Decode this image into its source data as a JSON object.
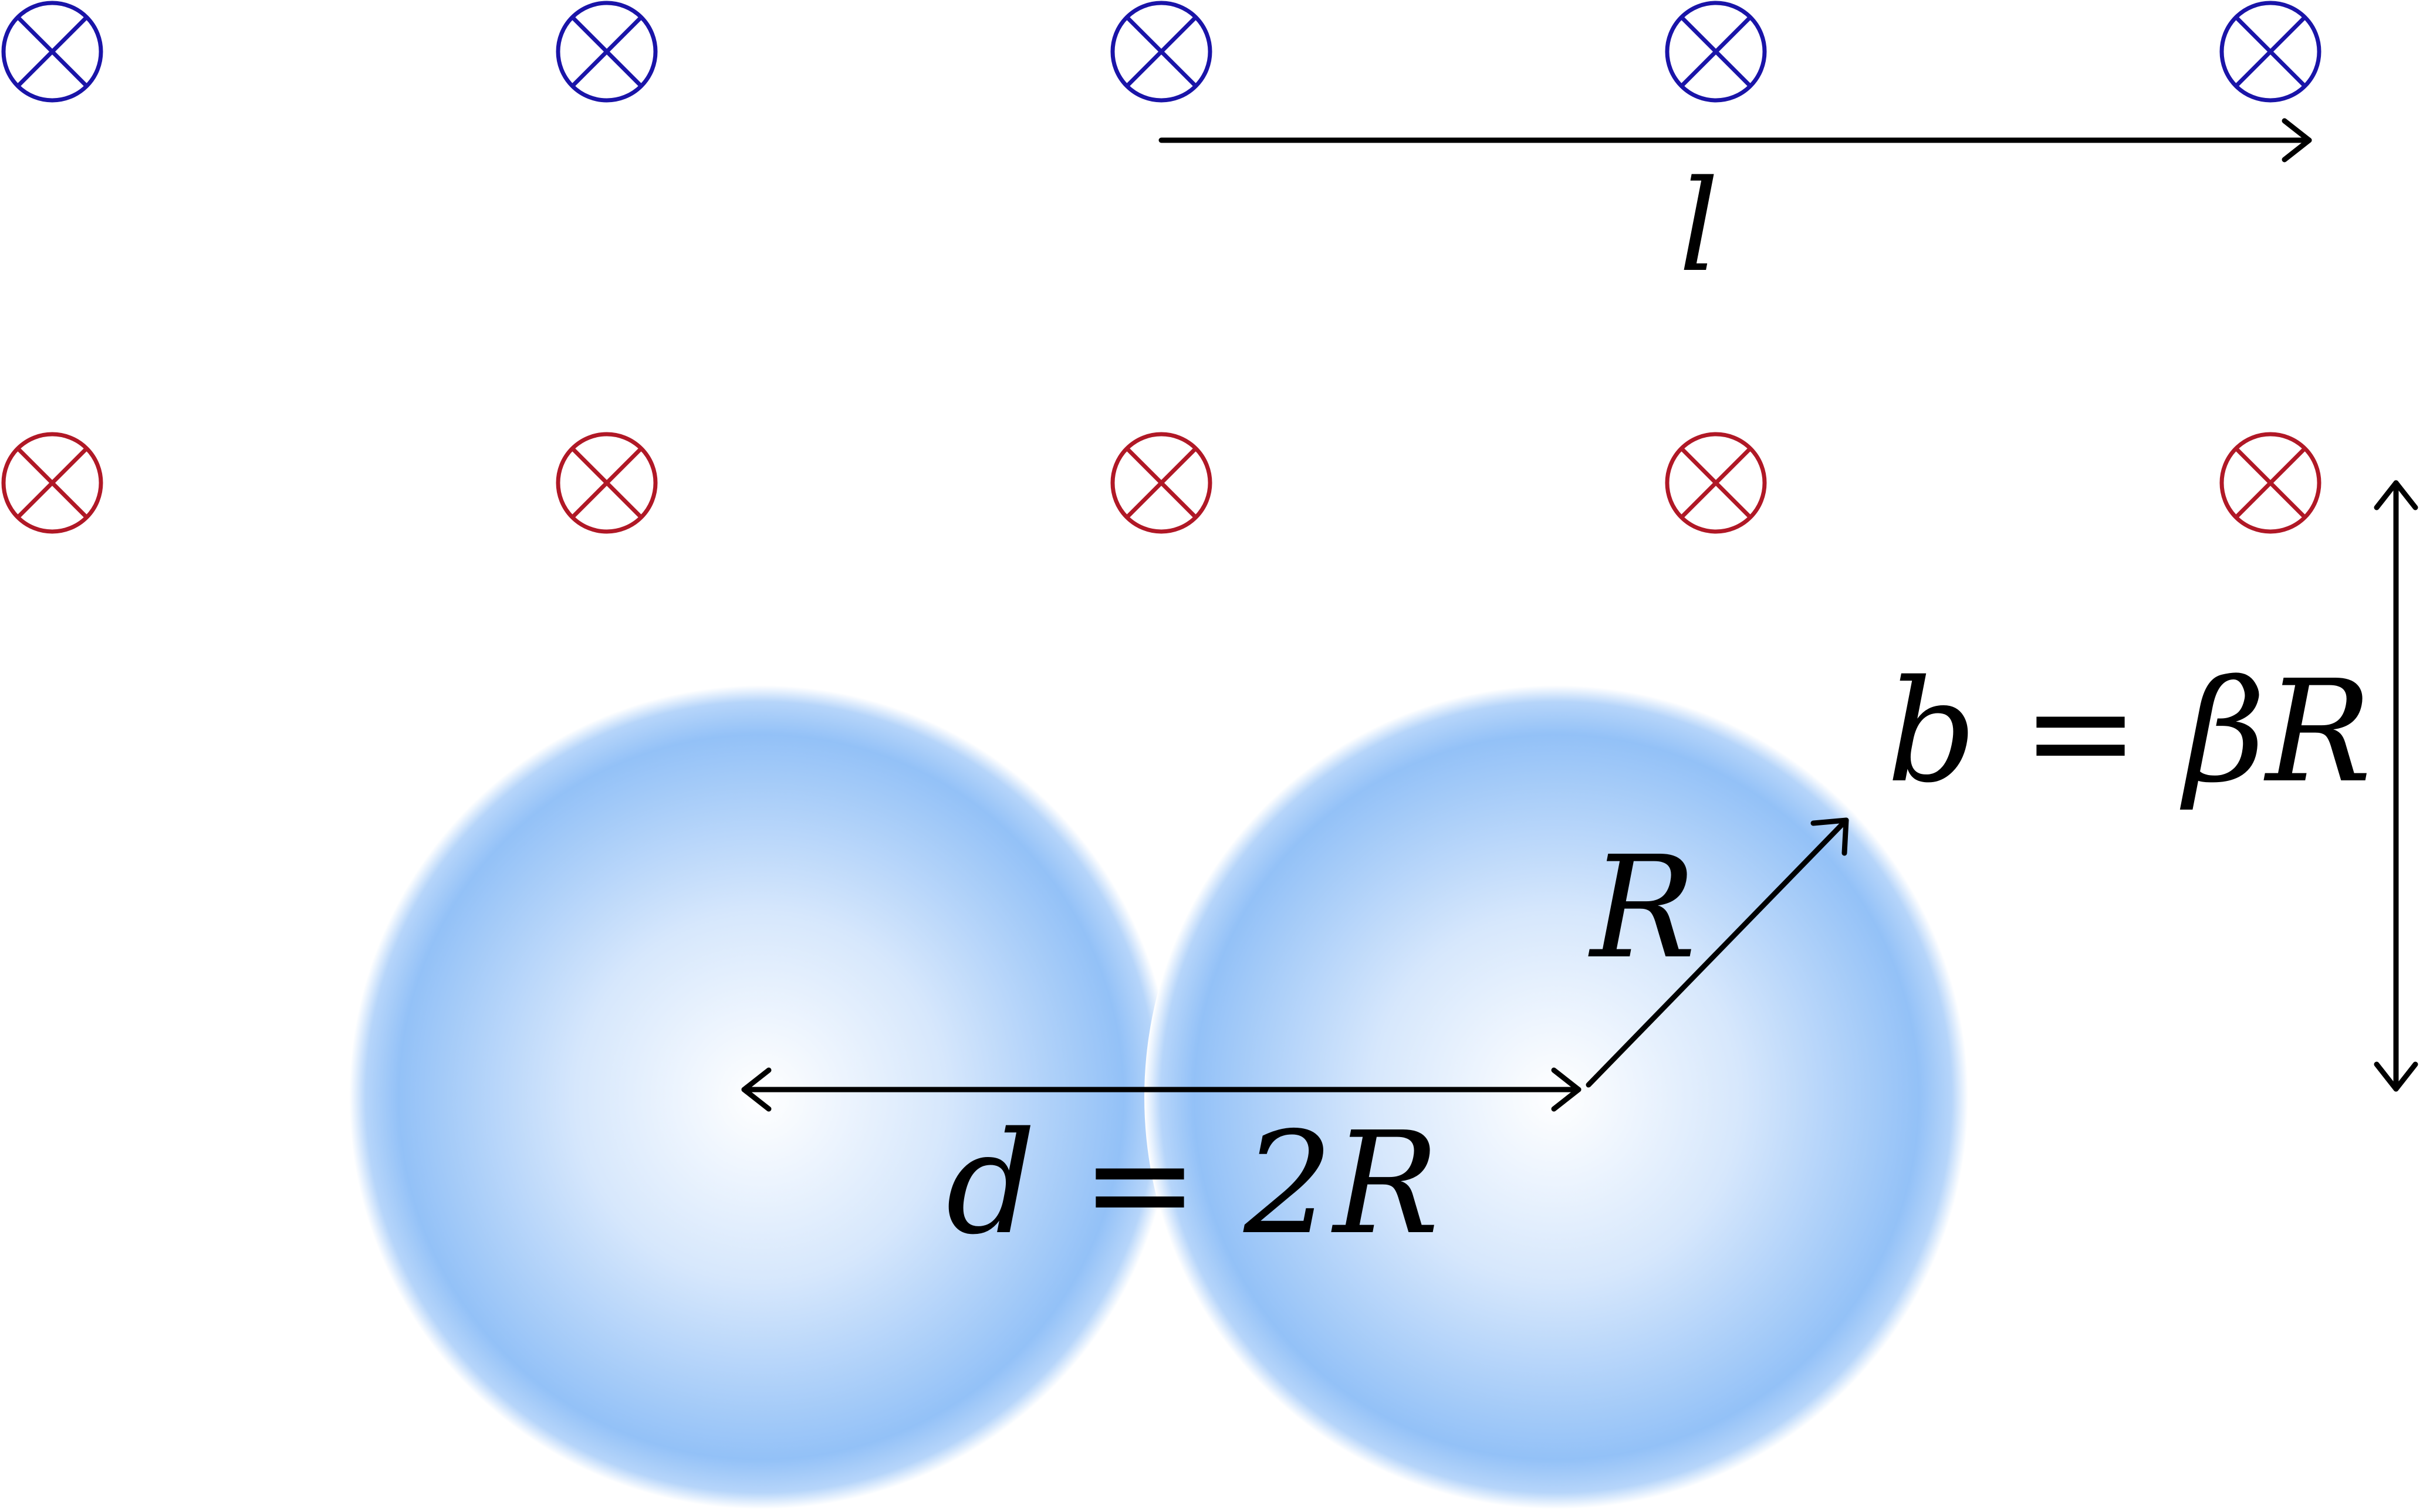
{
  "labels": {
    "spacing": "l",
    "impact": "b = βR",
    "radius": "R",
    "separation": "d = 2R"
  },
  "markers": {
    "upper_row_symbol": "circled-times-icon",
    "lower_row_symbol": "circled-times-icon",
    "upper_row_color": "#1a14a8",
    "lower_row_color": "#b01826",
    "count_per_row": 5
  },
  "spheres": {
    "count": 2,
    "center_color": "#ffffff",
    "edge_color": "#8cbcf5"
  },
  "colors": {
    "arrows": "#000000",
    "background": "#ffffff"
  }
}
